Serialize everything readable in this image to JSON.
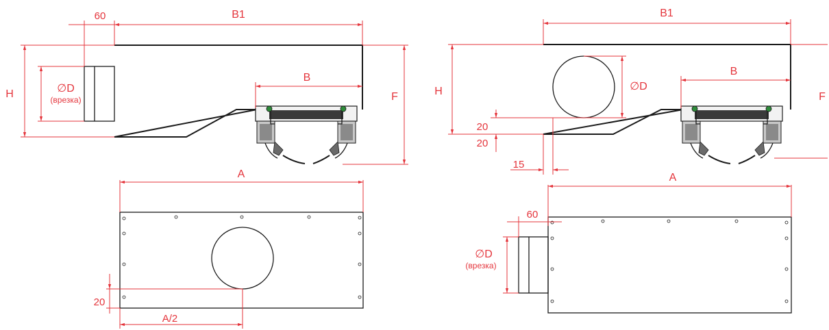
{
  "drawing": {
    "left_side_view": {
      "dim_B1": "B1",
      "dim_60": "60",
      "dim_H": "H",
      "dim_D": "∅D",
      "dim_D_note": "(врезка)",
      "dim_B": "B",
      "dim_F": "F"
    },
    "left_top_view": {
      "dim_A": "A",
      "dim_20": "20",
      "dim_A_half": "A/2"
    },
    "right_side_view": {
      "dim_B1": "B1",
      "dim_H": "H",
      "dim_D": "∅D",
      "dim_B": "B",
      "dim_F": "F",
      "dim_20_a": "20",
      "dim_20_b": "20",
      "dim_15": "15"
    },
    "right_top_view": {
      "dim_A": "A",
      "dim_60": "60",
      "dim_D": "∅D",
      "dim_D_note": "(врезка)"
    },
    "colors": {
      "dimension": "#e4343b",
      "outline": "#1a1a1a",
      "grille_accent": "#2e8b3a"
    }
  }
}
